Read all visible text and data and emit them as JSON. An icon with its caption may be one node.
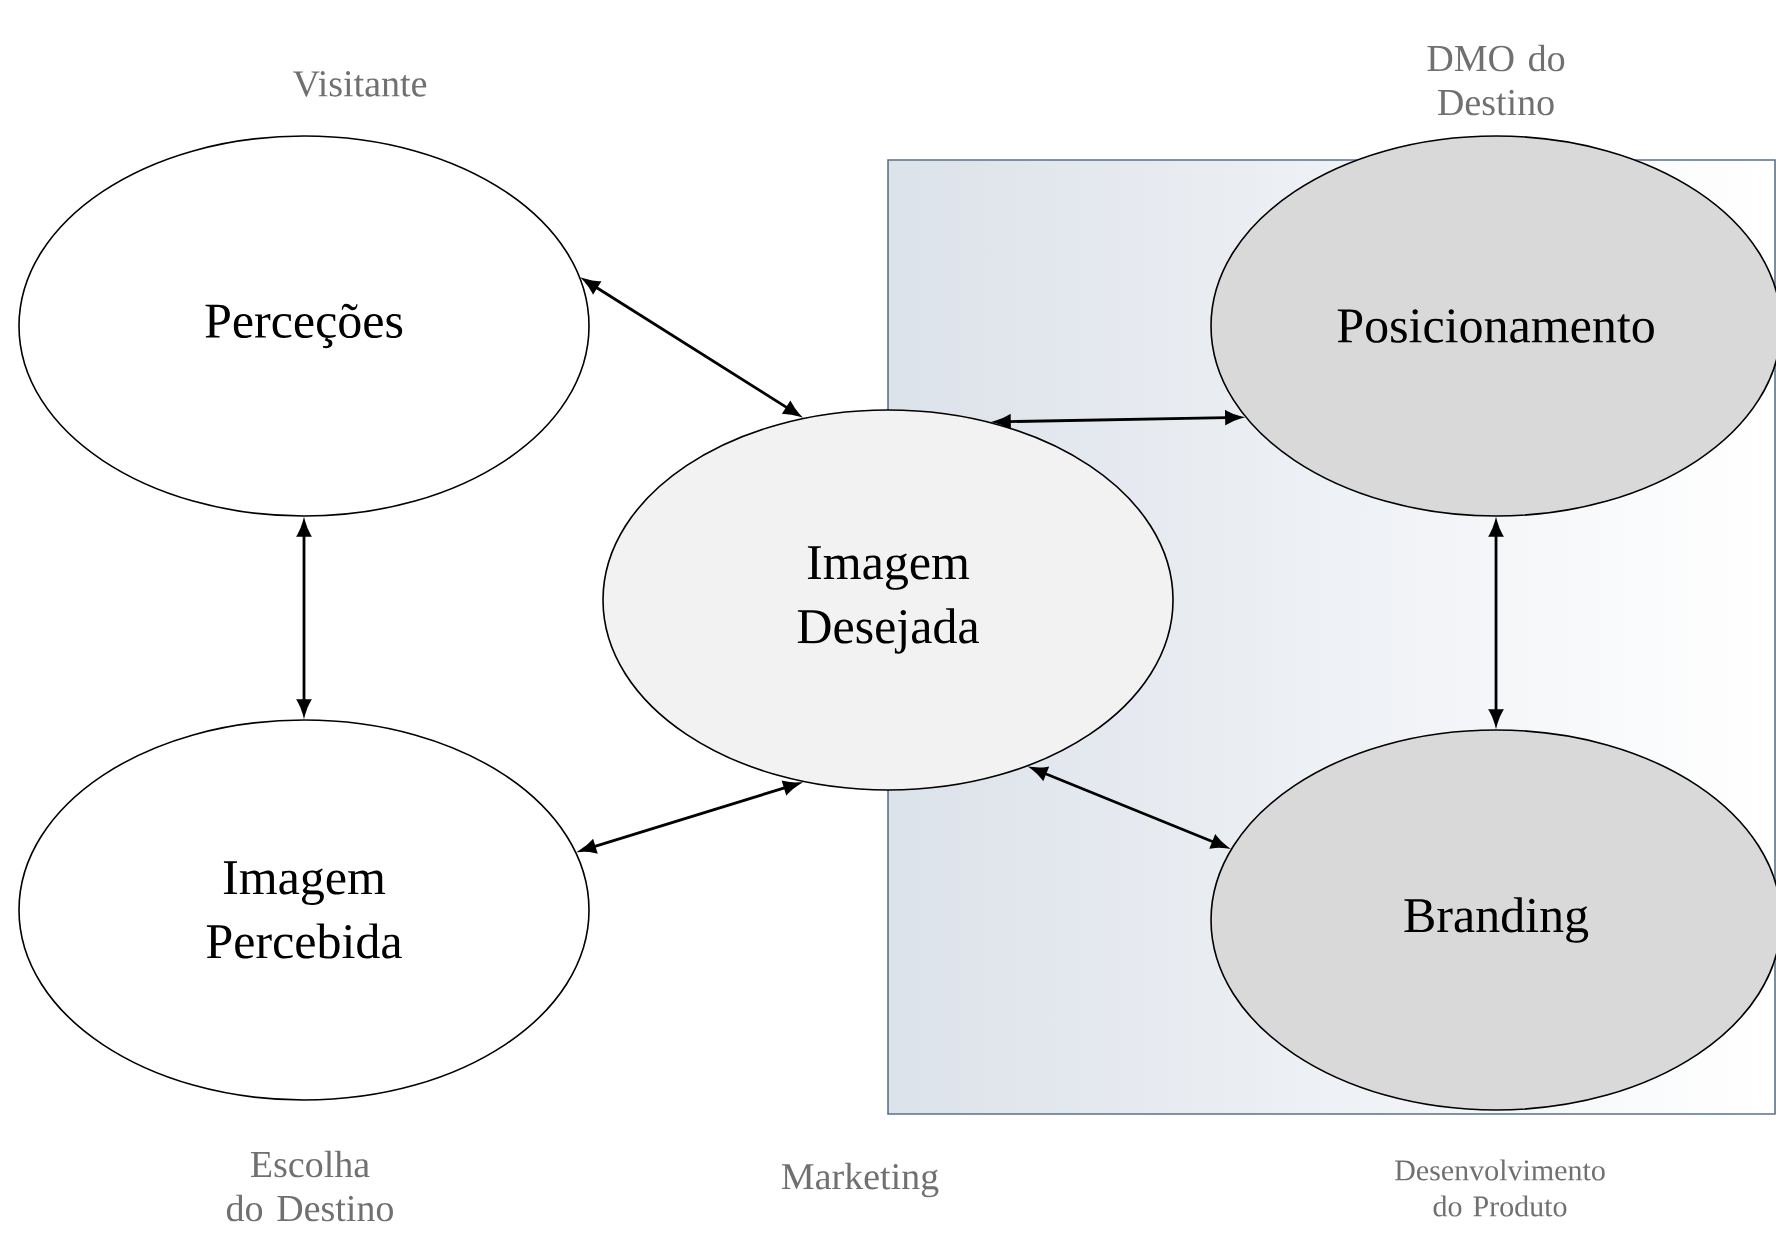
{
  "diagram": {
    "nodes": [
      {
        "text": [
          "Perceções"
        ]
      },
      {
        "text": [
          "Imagem Percebida"
        ]
      },
      {
        "text": [
          "Imagem Desejada"
        ]
      },
      {
        "text": [
          "Posicionamento"
        ]
      },
      {
        "text": [
          "Branding"
        ]
      }
    ],
    "edges": [
      {
        "from": 0,
        "to": 2,
        "arrow": "both"
      },
      {
        "from": 2,
        "to": 3,
        "arrow": "both"
      },
      {
        "from": 0,
        "to": 1,
        "arrow": "both"
      },
      {
        "from": 1,
        "to": 2,
        "arrow": "both"
      },
      {
        "from": 2,
        "to": 4,
        "arrow": "both"
      },
      {
        "from": 3,
        "to": 4,
        "arrow": "both"
      }
    ],
    "labels": [
      "Visitante",
      "DMO do Destino",
      "Escolha do Destino",
      "Marketing",
      "Desenvolvimento do Produto"
    ]
  }
}
